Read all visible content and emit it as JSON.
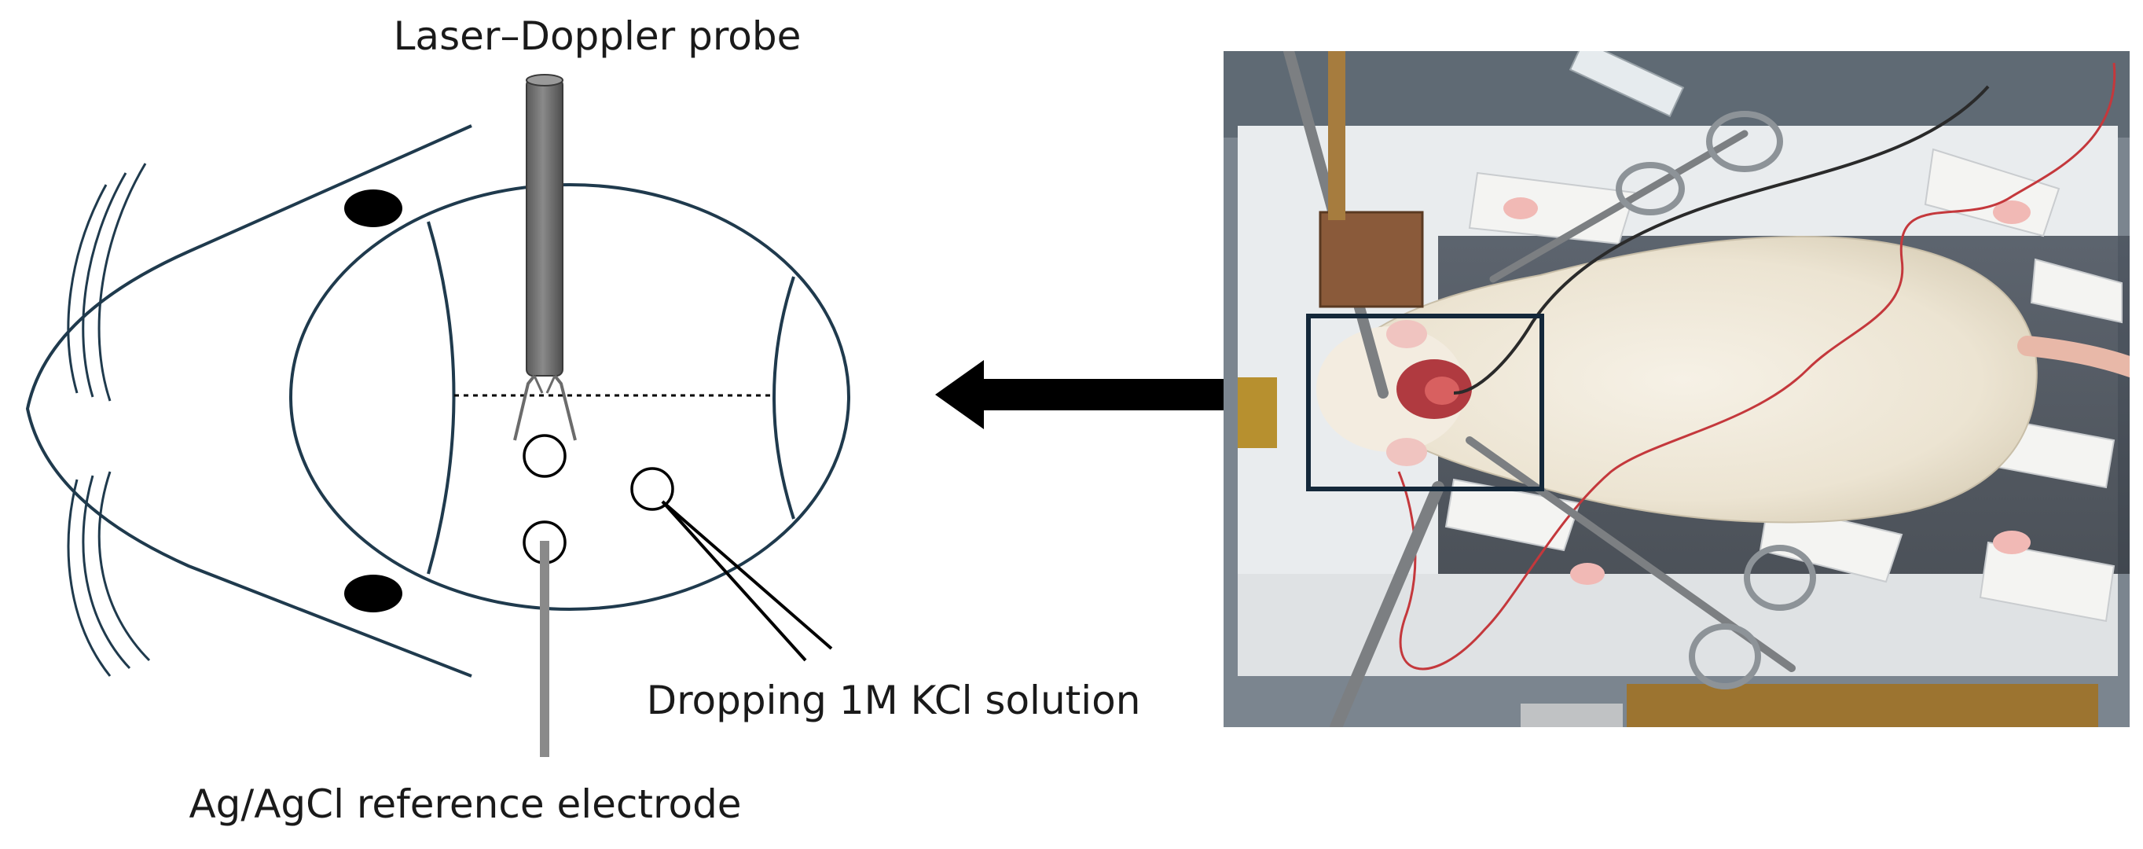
{
  "labels": {
    "probe": "Laser–Doppler probe",
    "kcl": "Dropping 1M KCl solution",
    "reference": "Ag/AgCl reference electrode"
  },
  "colors": {
    "outline": "#1f3a4d",
    "probe_body": "#6b6b6b",
    "electrode": "#8a8a8a",
    "arrow": "#000000",
    "highlight_box": "#14283a",
    "text": "#1a1a1a"
  },
  "photo": {
    "description_icon": "rat-surgery-photo"
  }
}
